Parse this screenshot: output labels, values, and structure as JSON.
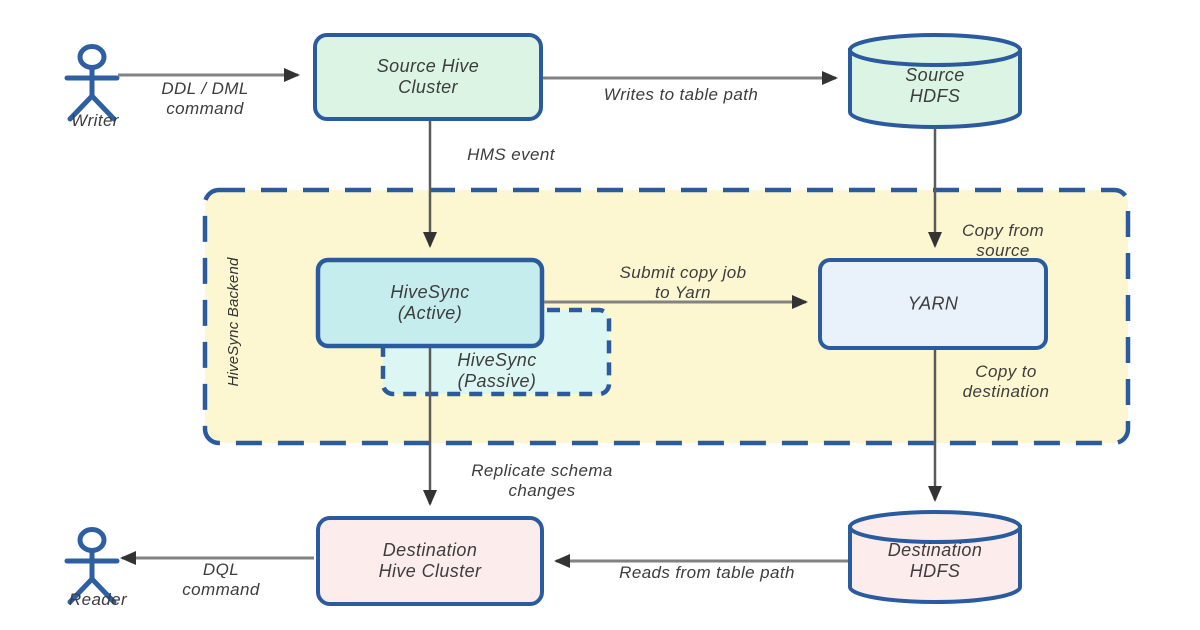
{
  "container": {
    "backend_label": "HiveSync Backend"
  },
  "actors": {
    "writer": {
      "label": "Writer"
    },
    "reader": {
      "label": "Reader"
    }
  },
  "nodes": {
    "source_hive": {
      "label": "Source Hive\nCluster"
    },
    "source_hdfs": {
      "label": "Source\nHDFS"
    },
    "hivesync_active": {
      "label": "HiveSync\n(Active)"
    },
    "hivesync_passive": {
      "label": "HiveSync\n(Passive)"
    },
    "yarn": {
      "label": "YARN"
    },
    "dest_hive": {
      "label": "Destination\nHive Cluster"
    },
    "dest_hdfs": {
      "label": "Destination\nHDFS"
    }
  },
  "edges": {
    "ddl_dml": "DDL / DML\ncommand",
    "writes": "Writes to table path",
    "hms": "HMS event",
    "submit": "Submit copy job\nto Yarn",
    "copy_from": "Copy from\nsource",
    "copy_to": "Copy to\ndestination",
    "replicate": "Replicate schema\nchanges",
    "reads": "Reads from table path",
    "dql": "DQL\ncommand"
  },
  "colors": {
    "border_blue": "#2b5b9f",
    "actor_blue": "#2e5fa3",
    "source_fill": "#dcf4e4",
    "active_fill": "#c6edee",
    "passive_fill": "#dcf6f3",
    "yarn_fill": "#e9f1fb",
    "dest_fill": "#fcecec",
    "backend_fill": "#fcf7d0",
    "arrow_gray": "#828282",
    "text_color": "#3d3d3d"
  }
}
